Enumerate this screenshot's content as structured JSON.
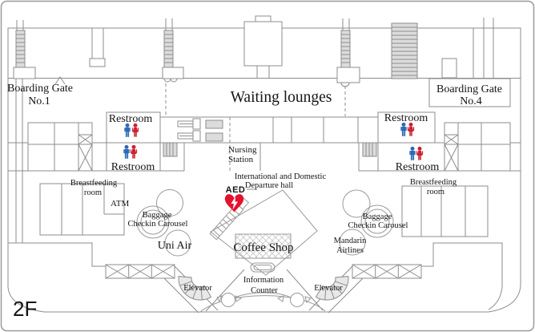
{
  "title": "Airport terminal floor plan - 2F",
  "labels": {
    "floor": "2F",
    "gate1_line1": "Boarding Gate",
    "gate1_line2": "No.1",
    "gate4_line1": "Boarding Gate",
    "gate4_line2": "No.4",
    "waiting": "Waiting lounges",
    "restroom": "Restroom",
    "nursing1": "Nursing",
    "nursing2": "Station",
    "hall1": "International and Domestic",
    "hall2": "Departure hall",
    "breastfeed1": "Breastfeeding",
    "breastfeed2": "room",
    "atm": "ATM",
    "aed": "AED",
    "baggage1": "Baggage",
    "baggage2": "Checkin Carousel",
    "uni_air": "Uni Air",
    "mandarin1": "Mandarin",
    "mandarin2": "Airlines",
    "coffee": "Coffee Shop",
    "info1": "Information",
    "info2": "Counter",
    "elevator": "Elevator"
  },
  "icons": {
    "restroom": "male-and-female-figures",
    "aed": "heart-with-lightning-bolt",
    "elevator": "spiral-stair-fan",
    "stairs": "striped-steps",
    "escalator": "belt-with-end-cab"
  },
  "colors": {
    "wall_gray": "#8c8c8c",
    "stair_fill": "#dcdcdc",
    "male_icon_blue": "#2b6ab5",
    "female_icon_red": "#cb2233",
    "aed_red": "#e4122d",
    "floor_label_gray": "#a9a9a9",
    "text": "#151515"
  }
}
